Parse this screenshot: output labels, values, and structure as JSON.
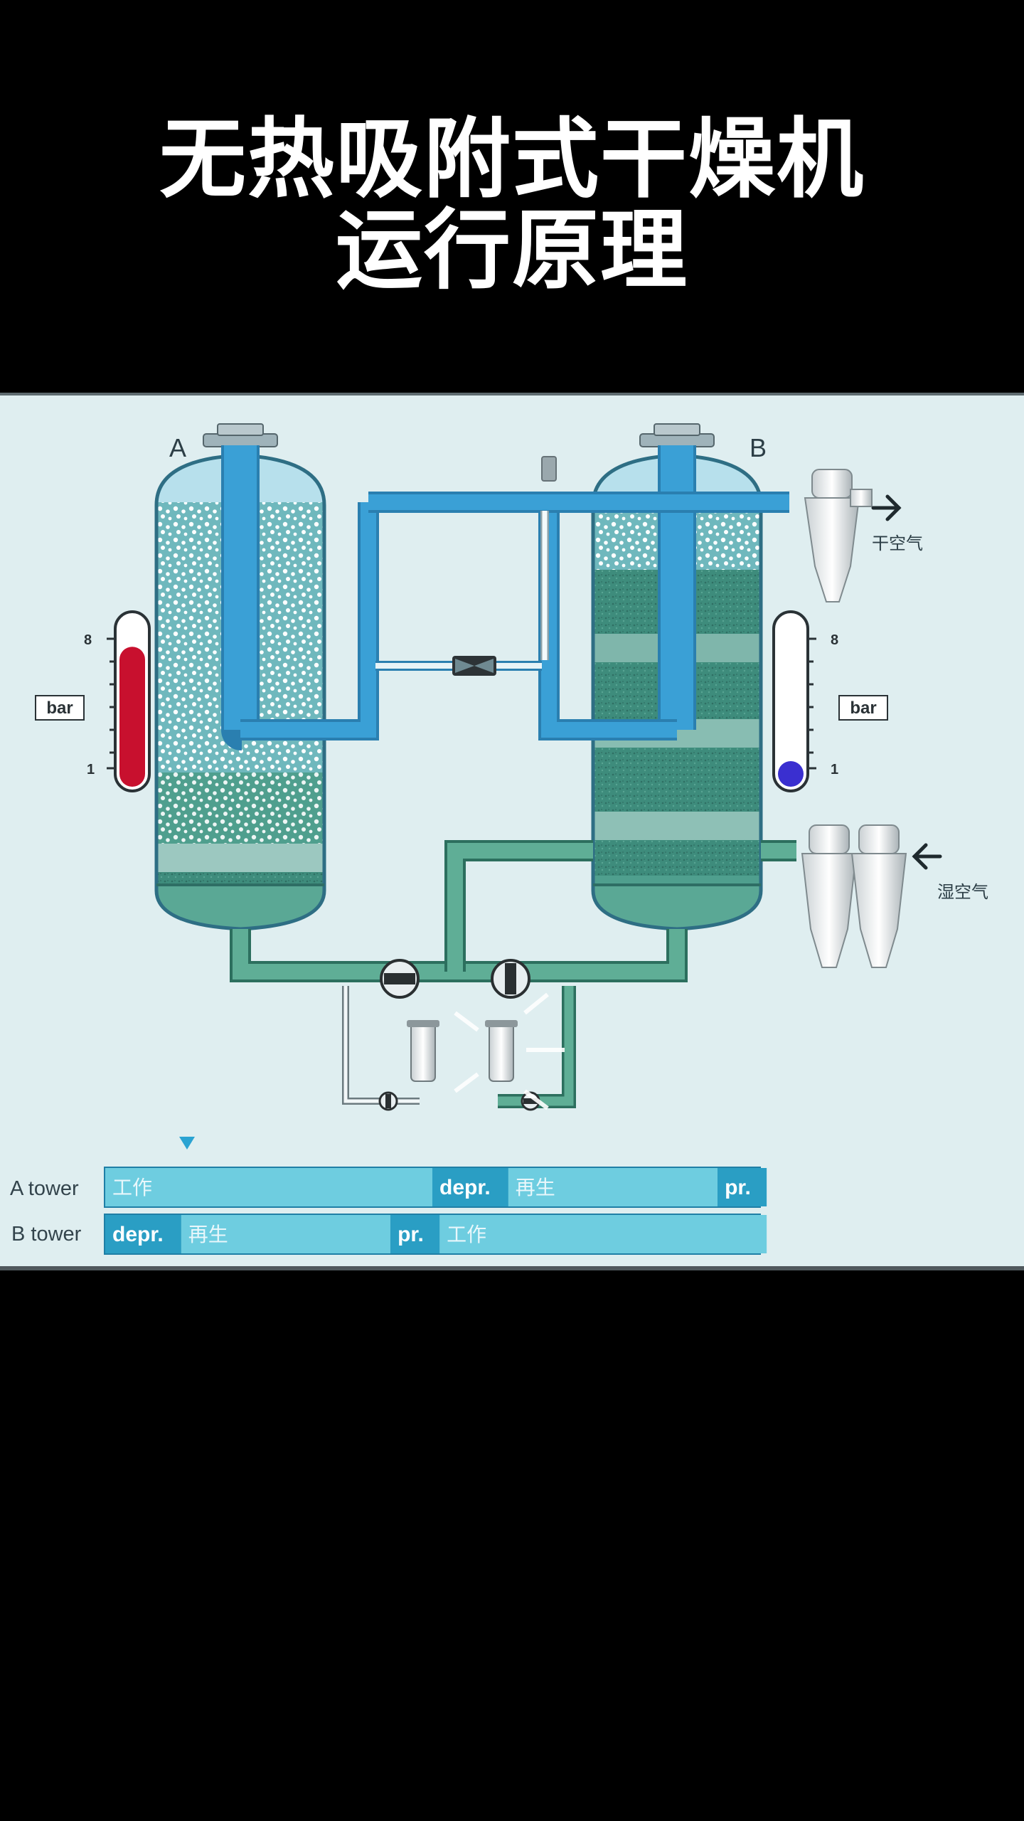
{
  "title": {
    "line1": "无热吸附式干燥机",
    "line2": "运行原理"
  },
  "towers": {
    "a_label": "A",
    "b_label": "B"
  },
  "gauges": {
    "left": {
      "unit": "bar",
      "max": "8",
      "min": "1",
      "level": 0.82,
      "fill_color": "#c8102e"
    },
    "right": {
      "unit": "bar",
      "max": "8",
      "min": "1",
      "level": 0.1,
      "fill_color": "#3a2fd0"
    }
  },
  "ports": {
    "outlet_label": "干空气",
    "inlet_label": "湿空气"
  },
  "timeline": {
    "rows": [
      {
        "label": "A tower",
        "segments": [
          {
            "text": "工作",
            "fraction": 0.5,
            "style": "light"
          },
          {
            "text": "depr.",
            "fraction": 0.116,
            "style": "dark"
          },
          {
            "text": "再生",
            "fraction": 0.32,
            "style": "light"
          },
          {
            "text": "pr.",
            "fraction": 0.075,
            "style": "dark"
          }
        ]
      },
      {
        "label": "B tower",
        "segments": [
          {
            "text": "depr.",
            "fraction": 0.116,
            "style": "dark"
          },
          {
            "text": "再生",
            "fraction": 0.32,
            "style": "light"
          },
          {
            "text": "pr.",
            "fraction": 0.075,
            "style": "dark"
          },
          {
            "text": "工作",
            "fraction": 0.5,
            "style": "light"
          }
        ]
      }
    ],
    "progress": 0.125
  },
  "colors": {
    "pipe_blue": "#3a9fd6",
    "pipe_green": "#4d9e86",
    "tower_teal": "#3f8f7f",
    "background": "#dfeef0",
    "bar_dark": "#2a9ec4",
    "bar_light": "#6ecde0"
  }
}
